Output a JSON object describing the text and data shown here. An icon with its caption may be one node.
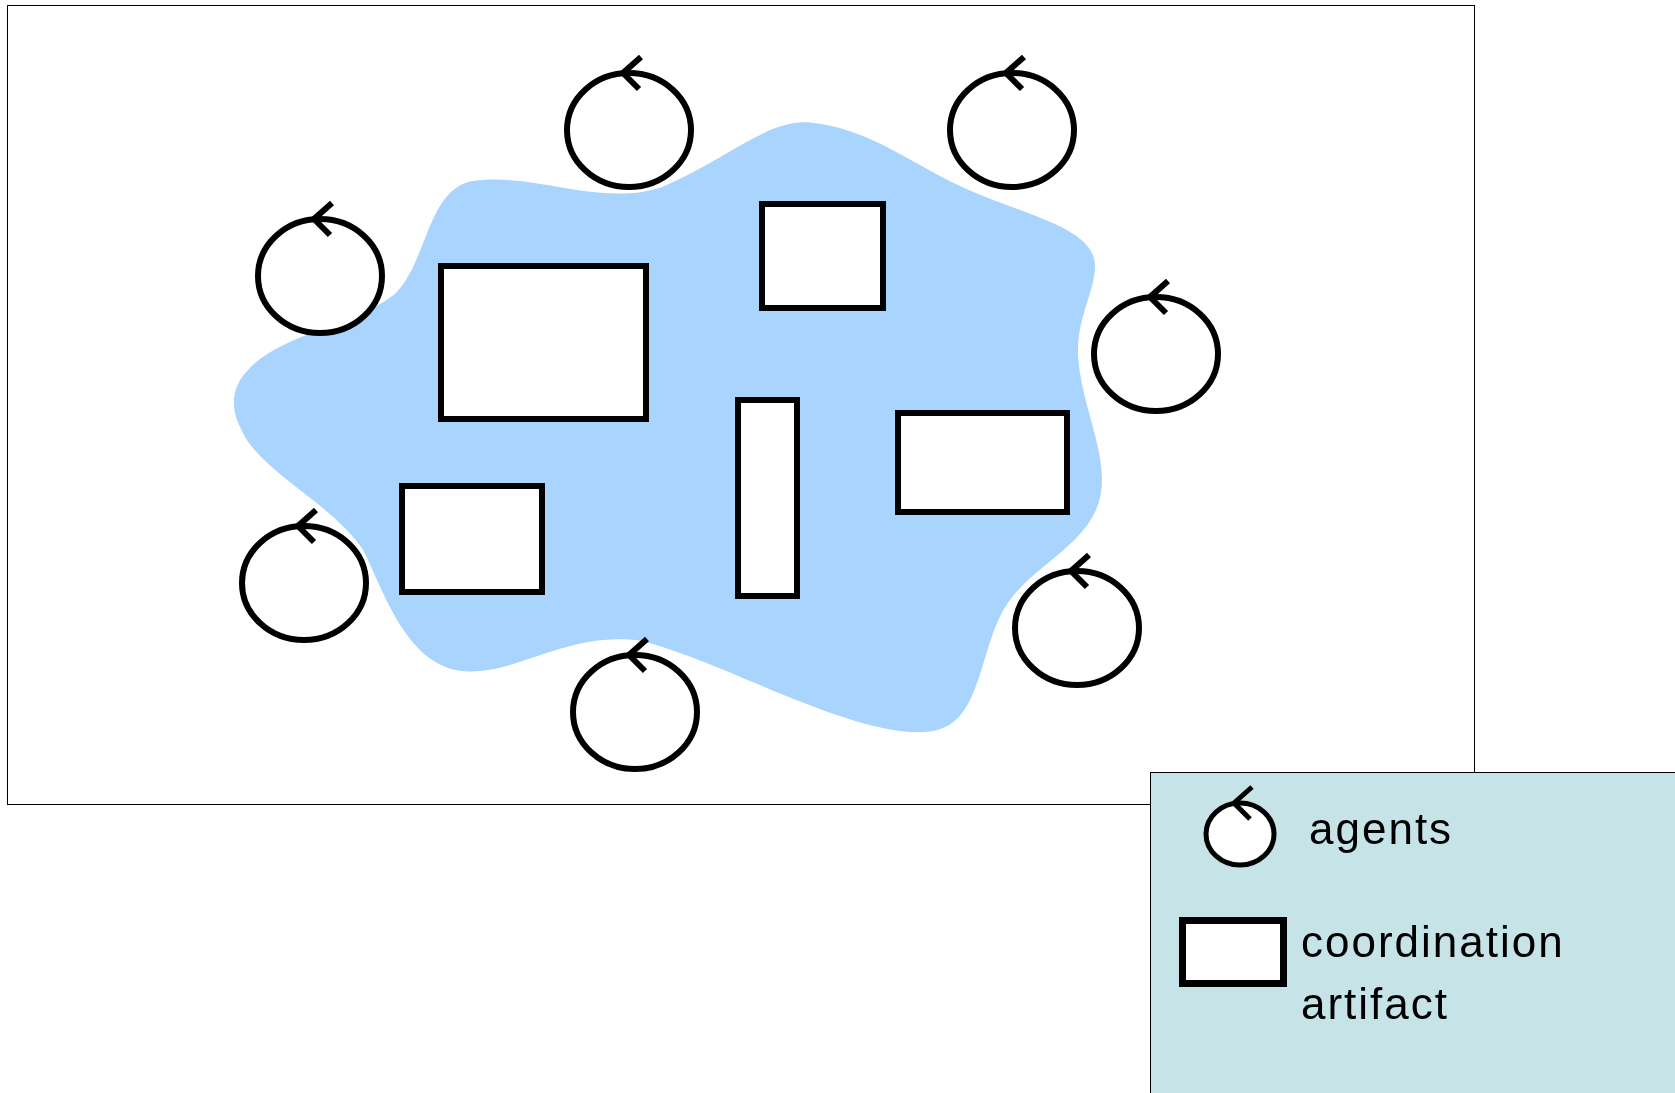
{
  "diagram": {
    "nodes": [
      {
        "text": [],
        "shape": "cloud"
      },
      {
        "text": [],
        "shape": "box",
        "in": 0
      },
      {
        "text": [],
        "shape": "box",
        "in": 0
      },
      {
        "text": [],
        "shape": "box",
        "in": 0
      },
      {
        "text": [],
        "shape": "box",
        "in": 0
      },
      {
        "text": [],
        "shape": "box",
        "in": 0
      },
      {
        "text": [],
        "shape": "circle"
      },
      {
        "text": [],
        "shape": "circle"
      },
      {
        "text": [],
        "shape": "circle"
      },
      {
        "text": [],
        "shape": "circle"
      },
      {
        "text": [],
        "shape": "circle"
      },
      {
        "text": [],
        "shape": "circle"
      },
      {
        "text": [],
        "shape": "circle"
      }
    ],
    "legend": [
      {
        "text": "agents"
      },
      {
        "text": "coordination artifact"
      }
    ]
  }
}
